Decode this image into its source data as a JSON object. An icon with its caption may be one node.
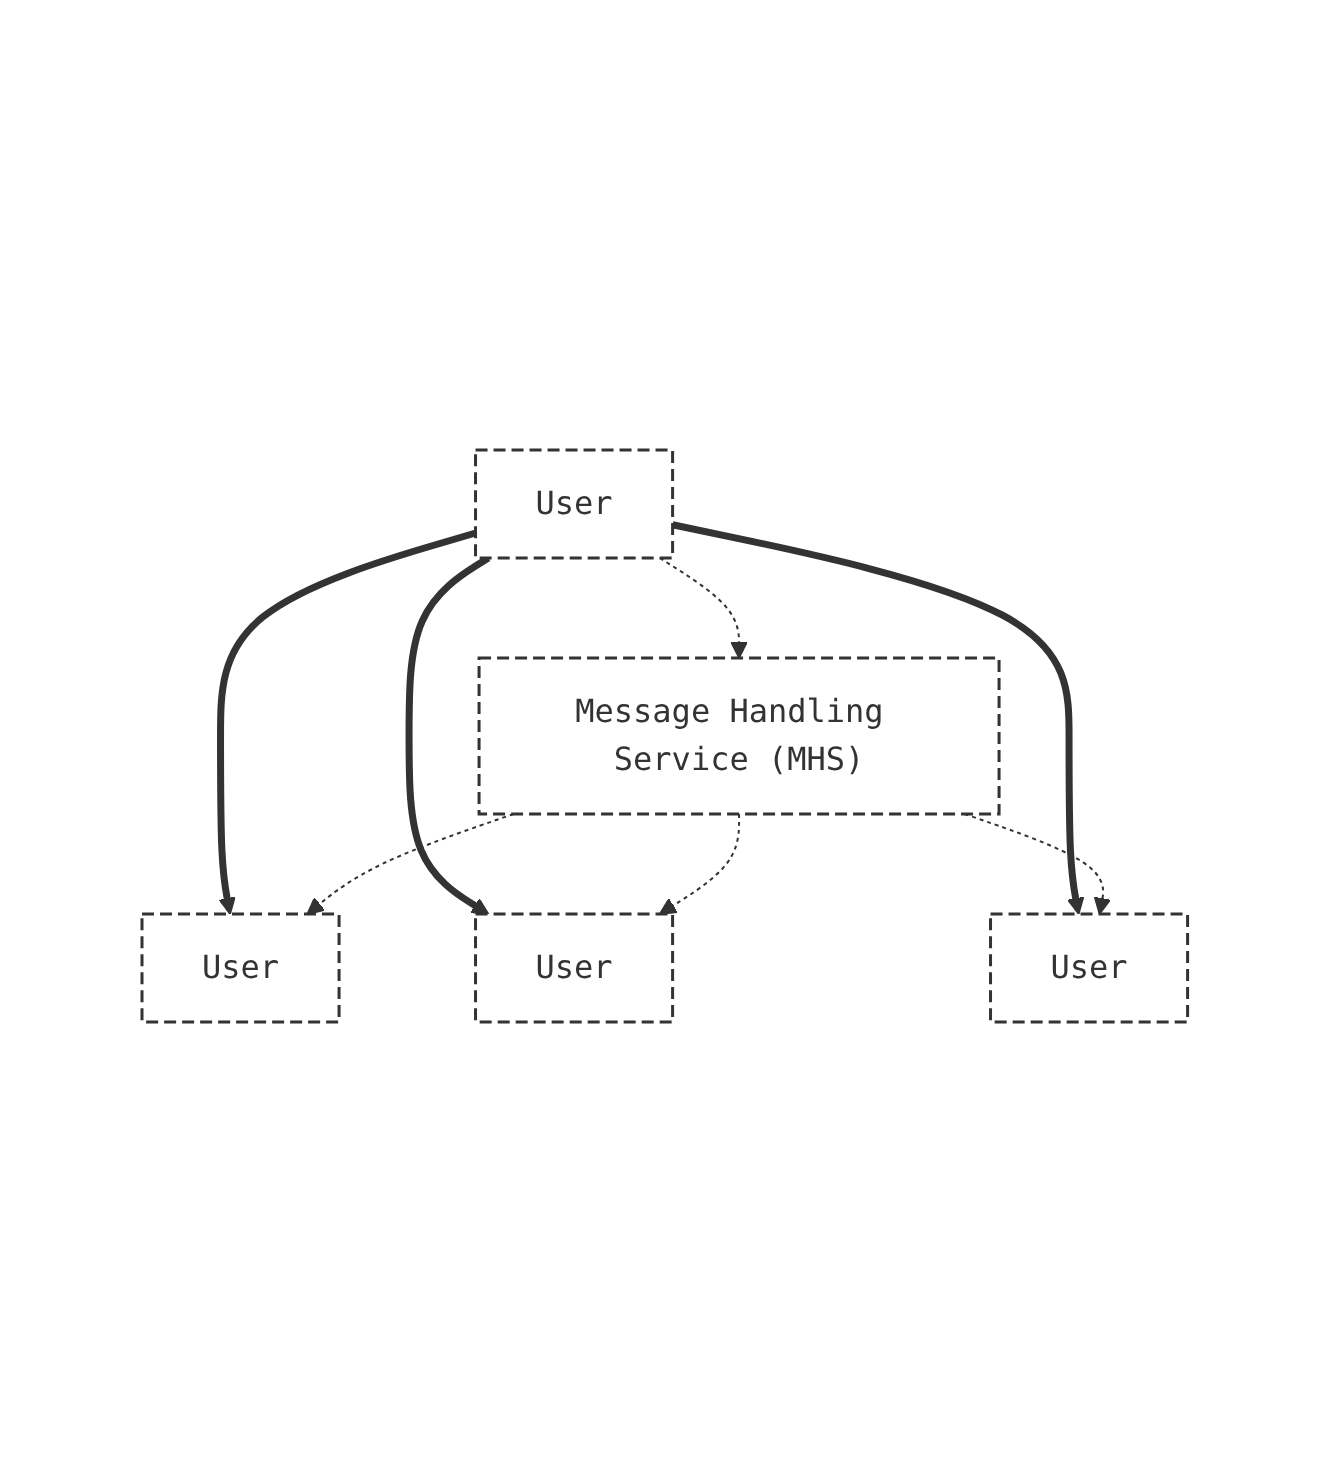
{
  "diagram": {
    "nodes": [
      {
        "text": [
          "User"
        ]
      },
      {
        "text": [
          "User"
        ]
      },
      {
        "text": [
          "User"
        ]
      },
      {
        "text": [
          "User"
        ]
      },
      {
        "text": [
          "Message Handling Service (MHS)"
        ]
      }
    ],
    "edges": [
      {
        "from": 1,
        "to": 0,
        "arrow": "to",
        "style": "thick"
      },
      {
        "from": 1,
        "to": 2,
        "arrow": "to",
        "style": "thick"
      },
      {
        "from": 1,
        "to": 3,
        "arrow": "to",
        "style": "thick"
      },
      {
        "from": 1,
        "to": 4,
        "arrow": "to",
        "style": "dashed"
      },
      {
        "from": 4,
        "to": 3,
        "arrow": "to",
        "style": "dashed"
      },
      {
        "from": 4,
        "to": 2,
        "arrow": "to",
        "style": "dashed"
      },
      {
        "from": 4,
        "to": 0,
        "arrow": "to",
        "style": "dashed"
      }
    ]
  }
}
